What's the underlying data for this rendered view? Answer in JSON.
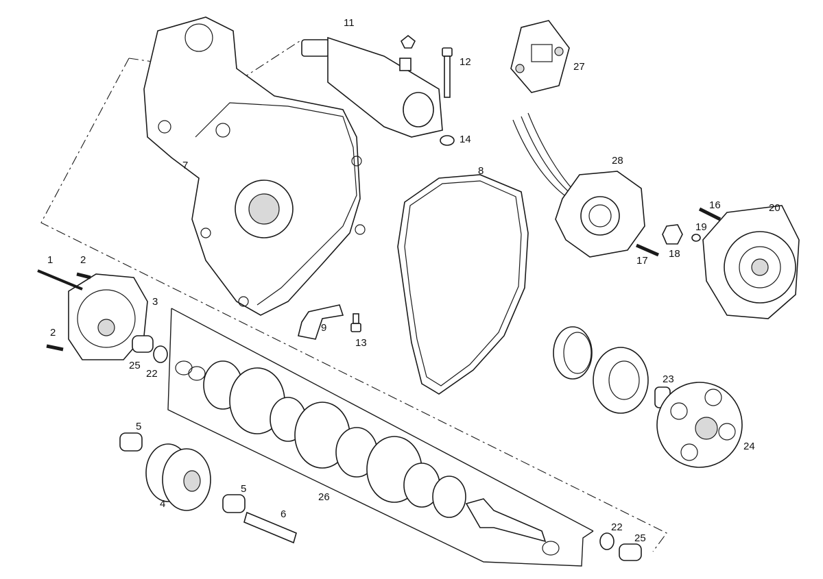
{
  "labels": [
    {
      "id": "p1",
      "text": "1"
    },
    {
      "id": "p2a",
      "text": "2"
    },
    {
      "id": "p2b",
      "text": "2"
    },
    {
      "id": "p3",
      "text": "3"
    },
    {
      "id": "p4",
      "text": "4"
    },
    {
      "id": "p5a",
      "text": "5"
    },
    {
      "id": "p5b",
      "text": "5"
    },
    {
      "id": "p6",
      "text": "6"
    },
    {
      "id": "p7",
      "text": "7"
    },
    {
      "id": "p8",
      "text": "8"
    },
    {
      "id": "p9",
      "text": "9"
    },
    {
      "id": "p11",
      "text": "11"
    },
    {
      "id": "p12",
      "text": "12"
    },
    {
      "id": "p13",
      "text": "13"
    },
    {
      "id": "p14",
      "text": "14"
    },
    {
      "id": "p16",
      "text": "16"
    },
    {
      "id": "p17",
      "text": "17"
    },
    {
      "id": "p18",
      "text": "18"
    },
    {
      "id": "p19",
      "text": "19"
    },
    {
      "id": "p20",
      "text": "20"
    },
    {
      "id": "p22a",
      "text": "22"
    },
    {
      "id": "p22b",
      "text": "22"
    },
    {
      "id": "p23",
      "text": "23"
    },
    {
      "id": "p24",
      "text": "24"
    },
    {
      "id": "p25a",
      "text": "25"
    },
    {
      "id": "p25b",
      "text": "25"
    },
    {
      "id": "p26",
      "text": "26"
    },
    {
      "id": "p27",
      "text": "27"
    },
    {
      "id": "p28",
      "text": "28"
    }
  ]
}
